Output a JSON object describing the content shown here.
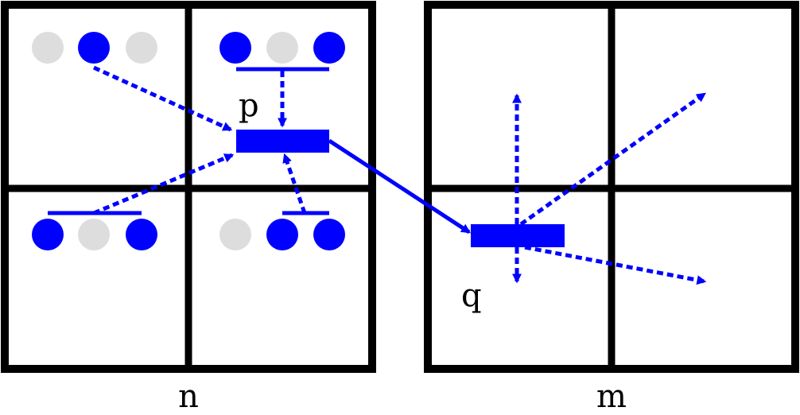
{
  "colors": {
    "primary": "#0000ff",
    "inactive": "#dddddd",
    "grid": "#000000",
    "background": "#ffffff"
  },
  "labels": {
    "left_grid": "n",
    "right_grid": "m",
    "node_p": "p",
    "node_q": "q"
  },
  "left_grid": {
    "rows": 2,
    "cols": 2,
    "cells": [
      {
        "position": "top-left",
        "dot_states": [
          "inactive",
          "active",
          "inactive"
        ],
        "has_bar": false
      },
      {
        "position": "top-right",
        "dot_states": [
          "active",
          "inactive",
          "active"
        ],
        "has_bar": true
      },
      {
        "position": "bottom-left",
        "dot_states": [
          "active",
          "inactive",
          "active"
        ],
        "has_bar": true
      },
      {
        "position": "bottom-right",
        "dot_states": [
          "inactive",
          "active",
          "active"
        ],
        "has_bar": true
      }
    ]
  },
  "right_grid": {
    "rows": 2,
    "cols": 2
  }
}
